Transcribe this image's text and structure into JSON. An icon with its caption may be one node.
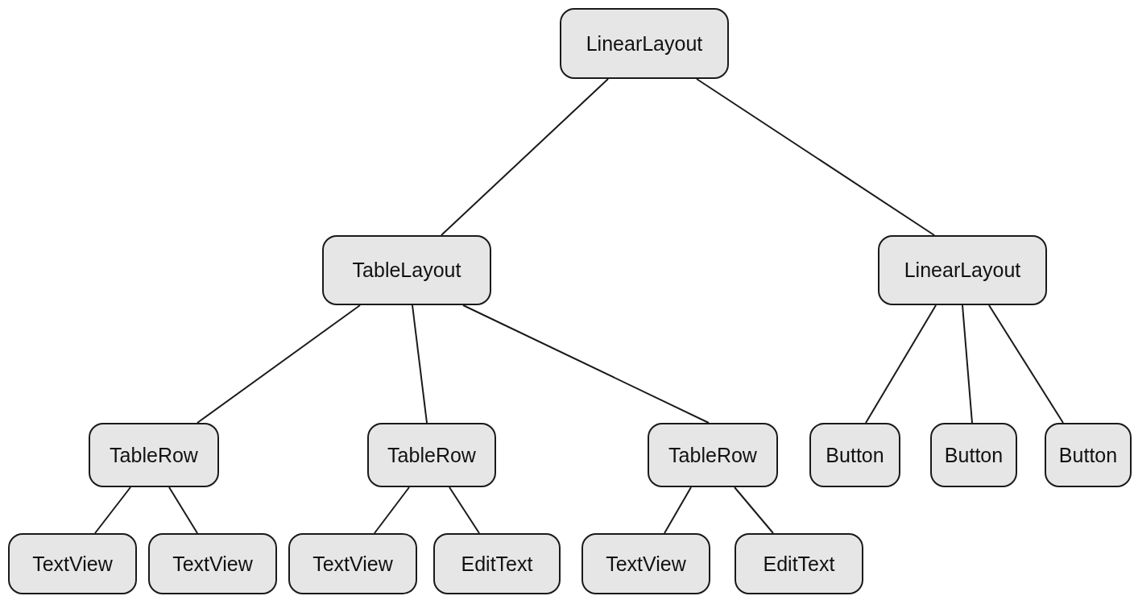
{
  "diagram": {
    "nodes": [
      {
        "text": [
          "LinearLayout"
        ]
      },
      {
        "text": [
          "TableLayout"
        ]
      },
      {
        "text": [
          "LinearLayout"
        ]
      },
      {
        "text": [
          "TableRow"
        ]
      },
      {
        "text": [
          "TableRow"
        ]
      },
      {
        "text": [
          "TableRow"
        ]
      },
      {
        "text": [
          "Button"
        ]
      },
      {
        "text": [
          "Button"
        ]
      },
      {
        "text": [
          "Button"
        ]
      },
      {
        "text": [
          "TextView"
        ]
      },
      {
        "text": [
          "TextView"
        ]
      },
      {
        "text": [
          "TextView"
        ]
      },
      {
        "text": [
          "EditText"
        ]
      },
      {
        "text": [
          "TextView"
        ]
      },
      {
        "text": [
          "EditText"
        ]
      }
    ],
    "edges": [
      {
        "from": 0,
        "to": 1,
        "arrow": "none"
      },
      {
        "from": 0,
        "to": 2,
        "arrow": "none"
      },
      {
        "from": 1,
        "to": 3,
        "arrow": "none"
      },
      {
        "from": 1,
        "to": 4,
        "arrow": "none"
      },
      {
        "from": 1,
        "to": 5,
        "arrow": "none"
      },
      {
        "from": 2,
        "to": 6,
        "arrow": "none"
      },
      {
        "from": 2,
        "to": 7,
        "arrow": "none"
      },
      {
        "from": 2,
        "to": 8,
        "arrow": "none"
      },
      {
        "from": 3,
        "to": 9,
        "arrow": "none"
      },
      {
        "from": 3,
        "to": 10,
        "arrow": "none"
      },
      {
        "from": 4,
        "to": 11,
        "arrow": "none"
      },
      {
        "from": 4,
        "to": 12,
        "arrow": "none"
      },
      {
        "from": 5,
        "to": 13,
        "arrow": "none"
      },
      {
        "from": 5,
        "to": 14,
        "arrow": "none"
      }
    ]
  }
}
